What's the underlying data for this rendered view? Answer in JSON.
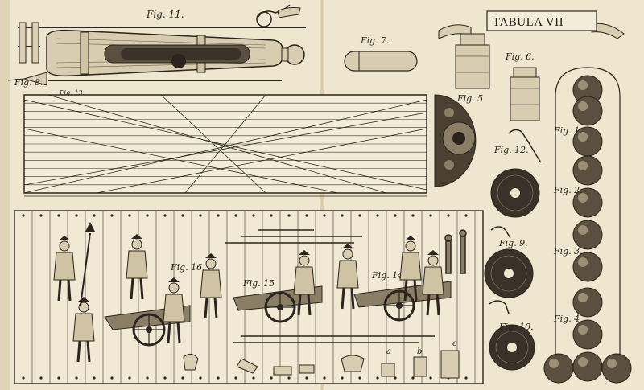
{
  "title": "TABULA VII",
  "labels": {
    "fig11": "Fig. 11.",
    "fig7": "Fig. 7.",
    "fig6": "Fig. 6.",
    "fig8": "Fig. 8.",
    "fig13": "Fig. 13.",
    "fig5": "Fig. 5",
    "fig12": "Fig. 12.",
    "fig9": "Fig. 9.",
    "fig10": "Fig. 10.",
    "fig16": "Fig. 16.",
    "fig15": "Fig. 15",
    "fig14": "Fig. 14.",
    "fig1": "Fig. 1.",
    "fig2": "Fig. 2.",
    "fig3": "Fig. 3.",
    "fig4": "Fig. 4",
    "a": "a",
    "b": "b",
    "c": "c"
  },
  "colors": {
    "paper": "#efe6cf",
    "ink": "#2b251d",
    "shade": "#6b5f4c"
  }
}
